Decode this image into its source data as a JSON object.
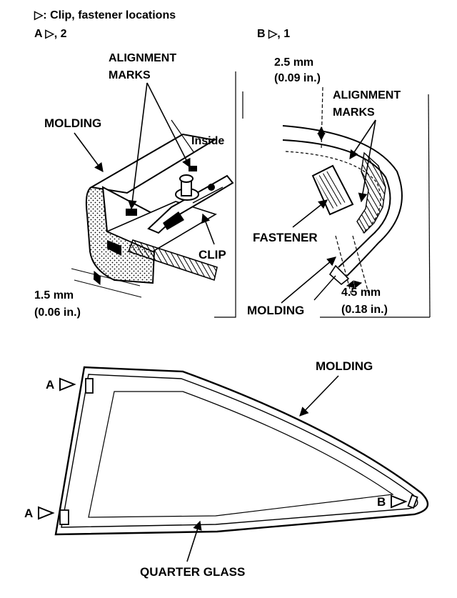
{
  "legend": {
    "line1": "▷: Clip, fastener locations",
    "a_ref": "A ▷, 2",
    "b_ref": "B ▷, 1"
  },
  "detail_a": {
    "alignment_marks_1": "ALIGNMENT",
    "alignment_marks_2": "MARKS",
    "molding": "MOLDING",
    "inside": "Inside",
    "clip": "CLIP",
    "gap_mm": "1.5 mm",
    "gap_in": "(0.06 in.)"
  },
  "detail_b": {
    "gap_top_mm": "2.5 mm",
    "gap_top_in": "(0.09 in.)",
    "alignment_marks_1": "ALIGNMENT",
    "alignment_marks_2": "MARKS",
    "fastener": "FASTENER",
    "molding": "MOLDING",
    "gap_bottom_mm": "4.5 mm",
    "gap_bottom_in": "(0.18 in.)"
  },
  "overview": {
    "molding": "MOLDING",
    "marker_a_top": "A",
    "marker_a_bottom": "A",
    "marker_b": "B",
    "quarter_glass": "QUARTER GLASS"
  },
  "colors": {
    "ink": "#000000",
    "paper": "#ffffff"
  }
}
